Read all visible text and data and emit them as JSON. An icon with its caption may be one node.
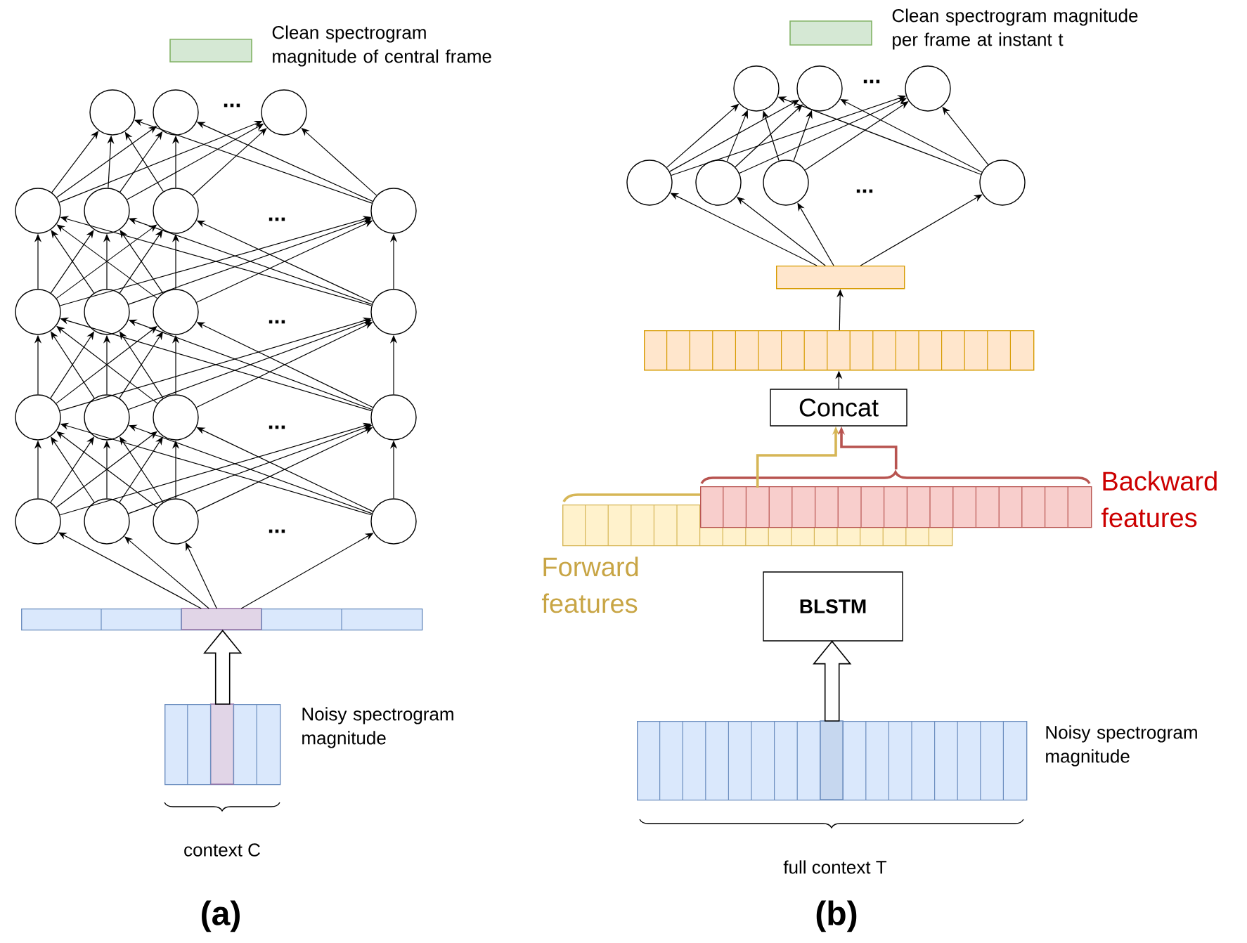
{
  "diagram": {
    "nodes": [
      {
        "text": [],
        "shape": "circle"
      },
      {
        "text": [],
        "shape": "circle"
      },
      {
        "text": [],
        "shape": "circle"
      },
      {
        "text": [],
        "shape": "circle"
      },
      {
        "text": [],
        "shape": "circle"
      },
      {
        "text": [],
        "shape": "circle"
      },
      {
        "text": [],
        "shape": "circle"
      },
      {
        "text": [],
        "shape": "circle"
      },
      {
        "text": [],
        "shape": "circle"
      },
      {
        "text": [],
        "shape": "circle"
      },
      {
        "text": [],
        "shape": "circle"
      },
      {
        "text": [],
        "shape": "circle"
      },
      {
        "text": [],
        "shape": "circle"
      },
      {
        "text": [],
        "shape": "circle"
      },
      {
        "text": [],
        "shape": "circle"
      },
      {
        "text": [],
        "shape": "circle"
      },
      {
        "text": [],
        "shape": "circle"
      },
      {
        "text": [],
        "shape": "circle"
      },
      {
        "text": [],
        "shape": "circle"
      },
      {
        "text": [],
        "shape": "bar"
      },
      {
        "text": [],
        "shape": "bar",
        "beside": [
          "Noisy spectrogram magnitude",
          "context C"
        ]
      },
      {
        "text": [],
        "shape": "circle"
      },
      {
        "text": [],
        "shape": "circle"
      },
      {
        "text": [],
        "shape": "circle"
      },
      {
        "text": [],
        "shape": "circle"
      },
      {
        "text": [],
        "shape": "circle"
      },
      {
        "text": [],
        "shape": "circle"
      },
      {
        "text": [],
        "shape": "circle"
      },
      {
        "text": [],
        "shape": "bar"
      },
      {
        "text": [],
        "shape": "bar"
      },
      {
        "text": [
          "Concat"
        ]
      },
      {
        "text": [
          "Forward features"
        ]
      },
      {
        "text": [
          "Backward features"
        ]
      },
      {
        "text": [
          "BLSTM"
        ]
      },
      {
        "text": [],
        "shape": "bar",
        "beside": [
          "Noisy spectrogram magnitude",
          "full context T"
        ]
      }
    ],
    "edges": [
      {
        "from": 3,
        "to": 0,
        "arrow": "to"
      },
      {
        "from": 3,
        "to": 1,
        "arrow": "to"
      },
      {
        "from": 3,
        "to": 2,
        "arrow": "to"
      },
      {
        "from": 4,
        "to": 0,
        "arrow": "to"
      },
      {
        "from": 4,
        "to": 1,
        "arrow": "to"
      },
      {
        "from": 4,
        "to": 2,
        "arrow": "to"
      },
      {
        "from": 5,
        "to": 0,
        "arrow": "to"
      },
      {
        "from": 5,
        "to": 1,
        "arrow": "to"
      },
      {
        "from": 5,
        "to": 2,
        "arrow": "to"
      },
      {
        "from": 6,
        "to": 0,
        "arrow": "to"
      },
      {
        "from": 6,
        "to": 1,
        "arrow": "to"
      },
      {
        "from": 6,
        "to": 2,
        "arrow": "to"
      },
      {
        "from": 7,
        "to": 3,
        "arrow": "to"
      },
      {
        "from": 7,
        "to": 4,
        "arrow": "to"
      },
      {
        "from": 7,
        "to": 5,
        "arrow": "to"
      },
      {
        "from": 7,
        "to": 6,
        "arrow": "to"
      },
      {
        "from": 8,
        "to": 3,
        "arrow": "to"
      },
      {
        "from": 8,
        "to": 4,
        "arrow": "to"
      },
      {
        "from": 8,
        "to": 5,
        "arrow": "to"
      },
      {
        "from": 8,
        "to": 6,
        "arrow": "to"
      },
      {
        "from": 9,
        "to": 3,
        "arrow": "to"
      },
      {
        "from": 9,
        "to": 4,
        "arrow": "to"
      },
      {
        "from": 9,
        "to": 5,
        "arrow": "to"
      },
      {
        "from": 9,
        "to": 6,
        "arrow": "to"
      },
      {
        "from": 10,
        "to": 3,
        "arrow": "to"
      },
      {
        "from": 10,
        "to": 4,
        "arrow": "to"
      },
      {
        "from": 10,
        "to": 5,
        "arrow": "to"
      },
      {
        "from": 10,
        "to": 6,
        "arrow": "to"
      },
      {
        "from": 11,
        "to": 7,
        "arrow": "to"
      },
      {
        "from": 11,
        "to": 8,
        "arrow": "to"
      },
      {
        "from": 11,
        "to": 9,
        "arrow": "to"
      },
      {
        "from": 11,
        "to": 10,
        "arrow": "to"
      },
      {
        "from": 12,
        "to": 7,
        "arrow": "to"
      },
      {
        "from": 12,
        "to": 8,
        "arrow": "to"
      },
      {
        "from": 12,
        "to": 9,
        "arrow": "to"
      },
      {
        "from": 12,
        "to": 10,
        "arrow": "to"
      },
      {
        "from": 13,
        "to": 7,
        "arrow": "to"
      },
      {
        "from": 13,
        "to": 8,
        "arrow": "to"
      },
      {
        "from": 13,
        "to": 9,
        "arrow": "to"
      },
      {
        "from": 13,
        "to": 10,
        "arrow": "to"
      },
      {
        "from": 14,
        "to": 7,
        "arrow": "to"
      },
      {
        "from": 14,
        "to": 8,
        "arrow": "to"
      },
      {
        "from": 14,
        "to": 9,
        "arrow": "to"
      },
      {
        "from": 14,
        "to": 10,
        "arrow": "to"
      },
      {
        "from": 15,
        "to": 11,
        "arrow": "to"
      },
      {
        "from": 15,
        "to": 12,
        "arrow": "to"
      },
      {
        "from": 15,
        "to": 13,
        "arrow": "to"
      },
      {
        "from": 15,
        "to": 14,
        "arrow": "to"
      },
      {
        "from": 16,
        "to": 11,
        "arrow": "to"
      },
      {
        "from": 16,
        "to": 12,
        "arrow": "to"
      },
      {
        "from": 16,
        "to": 13,
        "arrow": "to"
      },
      {
        "from": 16,
        "to": 14,
        "arrow": "to"
      },
      {
        "from": 17,
        "to": 11,
        "arrow": "to"
      },
      {
        "from": 17,
        "to": 12,
        "arrow": "to"
      },
      {
        "from": 17,
        "to": 13,
        "arrow": "to"
      },
      {
        "from": 17,
        "to": 14,
        "arrow": "to"
      },
      {
        "from": 18,
        "to": 11,
        "arrow": "to"
      },
      {
        "from": 18,
        "to": 12,
        "arrow": "to"
      },
      {
        "from": 18,
        "to": 13,
        "arrow": "to"
      },
      {
        "from": 18,
        "to": 14,
        "arrow": "to"
      },
      {
        "from": 19,
        "to": 15,
        "arrow": "to"
      },
      {
        "from": 19,
        "to": 16,
        "arrow": "to"
      },
      {
        "from": 19,
        "to": 17,
        "arrow": "to"
      },
      {
        "from": 19,
        "to": 18,
        "arrow": "to"
      },
      {
        "from": 20,
        "to": 19,
        "arrow": "to",
        "style": "thick"
      },
      {
        "from": 24,
        "to": 21,
        "arrow": "to"
      },
      {
        "from": 24,
        "to": 22,
        "arrow": "to"
      },
      {
        "from": 24,
        "to": 23,
        "arrow": "to"
      },
      {
        "from": 25,
        "to": 21,
        "arrow": "to"
      },
      {
        "from": 25,
        "to": 22,
        "arrow": "to"
      },
      {
        "from": 25,
        "to": 23,
        "arrow": "to"
      },
      {
        "from": 26,
        "to": 21,
        "arrow": "to"
      },
      {
        "from": 26,
        "to": 22,
        "arrow": "to"
      },
      {
        "from": 26,
        "to": 23,
        "arrow": "to"
      },
      {
        "from": 27,
        "to": 21,
        "arrow": "to"
      },
      {
        "from": 27,
        "to": 22,
        "arrow": "to"
      },
      {
        "from": 27,
        "to": 23,
        "arrow": "to"
      },
      {
        "from": 28,
        "to": 24,
        "arrow": "to"
      },
      {
        "from": 28,
        "to": 25,
        "arrow": "to"
      },
      {
        "from": 28,
        "to": 26,
        "arrow": "to"
      },
      {
        "from": 28,
        "to": 27,
        "arrow": "to"
      },
      {
        "from": 29,
        "to": 28,
        "arrow": "to"
      },
      {
        "from": 30,
        "to": 29,
        "arrow": "to"
      },
      {
        "from": 31,
        "to": 30,
        "arrow": "to",
        "color": "#d6b656"
      },
      {
        "from": 32,
        "to": 30,
        "arrow": "to",
        "color": "#b85450"
      },
      {
        "from": 34,
        "to": 33,
        "arrow": "to",
        "style": "thick"
      }
    ],
    "labels": [
      "...",
      "...",
      "...",
      "...",
      "...",
      "...",
      "...",
      "(a)",
      "(b)"
    ],
    "legend": [
      {
        "text": "Clean spectrogram magnitude of central frame",
        "color": "#d5e8d4"
      },
      {
        "text": "Clean spectrogram magnitude per frame at instant t",
        "color": "#d5e8d4"
      }
    ]
  }
}
